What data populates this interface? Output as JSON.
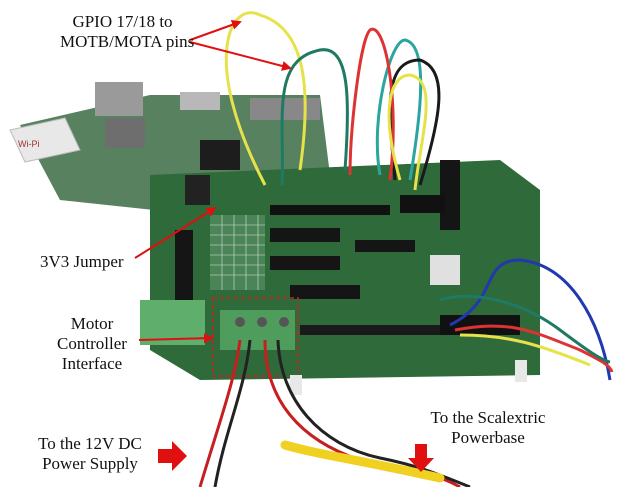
{
  "labels": {
    "gpio_line1": "GPIO 17/18 to",
    "gpio_line2": "MOTB/MOTA pins",
    "jumper": "3V3 Jumper",
    "motor_line1": "Motor",
    "motor_line2": "Controller",
    "motor_line3": "Interface",
    "power_line1": "To the 12V DC",
    "power_line2": "Power Supply",
    "scalextric_line1": "To the Scalextric",
    "scalextric_line2": "Powerbase"
  },
  "colors": {
    "annotation_red": "#e01010",
    "board_green": "#2f6a3a",
    "terminal_green": "#5fae6c"
  },
  "icons": {
    "pointer_arrow": "red-arrow-icon",
    "block_arrow": "red-block-arrow-icon"
  }
}
